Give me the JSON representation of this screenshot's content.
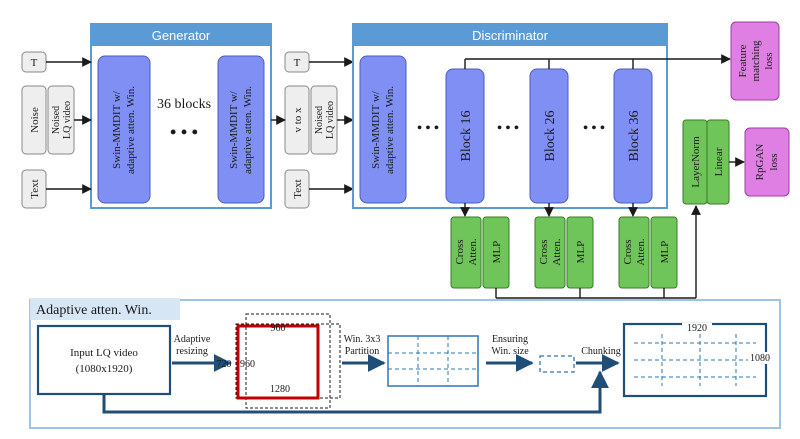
{
  "generator": {
    "title": "Generator",
    "block_first_line1": "Swin-MMDIT w/",
    "block_first_line2": "adaptive atten. Win.",
    "block_last_line1": "Swin-MMDIT w/",
    "block_last_line2": "adaptive atten. Win.",
    "blocks_label": "36 blocks",
    "ellipsis": "• • •"
  },
  "gen_inputs": {
    "t": "T",
    "noise": "Noise",
    "noised_lq_line1": "Noised",
    "noised_lq_line2": "LQ video",
    "text": "Text"
  },
  "disc_inputs": {
    "t": "T",
    "v_to_x": "v to x",
    "noised_lq_line1": "Noised",
    "noised_lq_line2": "LQ video",
    "text": "Text"
  },
  "discriminator": {
    "title": "Discriminator",
    "first_block_line1": "Swin-MMDIT w/",
    "first_block_line2": "adaptive atten. Win.",
    "blocks": [
      "Block 16",
      "Block 26",
      "Block 36"
    ],
    "dots": "• • •"
  },
  "heads": {
    "cross_line1": "Cross",
    "cross_line2": "Atten.",
    "mlp": "MLP"
  },
  "projection": {
    "layernorm": "LayerNorm",
    "linear": "Linear"
  },
  "losses": {
    "feature_line1": "Feature",
    "feature_line2": "matching",
    "feature_line3": "loss",
    "rpgan_line1": "RpGAN",
    "rpgan_line2": "loss"
  },
  "adaptive": {
    "title": "Adaptive atten. Win.",
    "input_line1": "Input LQ video",
    "input_line2": "(1080x1920)",
    "adaptive_line1": "Adaptive",
    "adaptive_line2": "resizing",
    "dim_960_top": "960",
    "dim_720": "720",
    "dim_960_left": "960",
    "dim_1280": "1280",
    "partition_line1": "Win. 3x3",
    "partition_line2": "Partition",
    "ensuring_line1": "Ensuring",
    "ensuring_line2": "Win. size",
    "chunking": "Chunking",
    "dim_1920": "1920",
    "dim_1080": "1080"
  },
  "colors": {
    "header_blue": "#5b9bd5",
    "frame_blue": "#2e75b6",
    "block_fill": "#7f8ff4",
    "green_fill": "#70c55a",
    "pink_fill": "#e07fe3",
    "input_gray": "#eeeeee",
    "crop_red": "#c00000",
    "arrow_teal": "#1f4e79"
  }
}
